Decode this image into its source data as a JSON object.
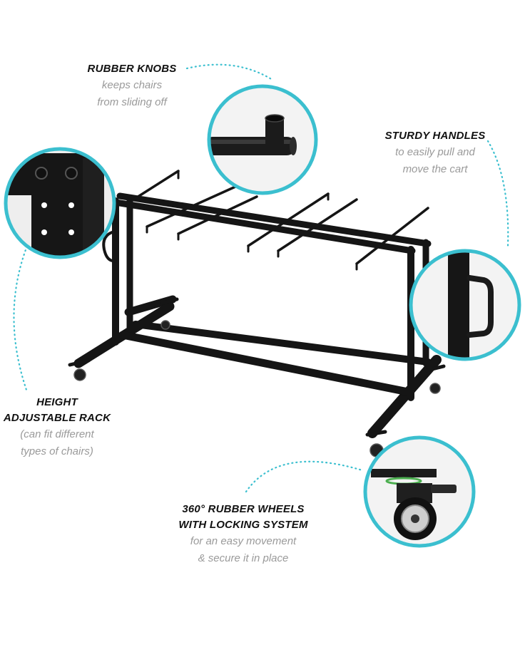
{
  "colors": {
    "accent": "#3bbfcf",
    "frame": "#151515",
    "title_text": "#111111",
    "desc_text": "#9a9a9a",
    "wheel_ring": "#4caf50"
  },
  "callouts": {
    "rubber_knobs": {
      "title": "RUBBER KNOBS",
      "desc_line1": "keeps chairs",
      "desc_line2": "from sliding off"
    },
    "sturdy_handles": {
      "title": "STURDY HANDLES",
      "desc_line1": "to easily pull and",
      "desc_line2": "move the cart"
    },
    "height_adjustable": {
      "title_line1": "HEIGHT",
      "title_line2": "ADJUSTABLE RACK",
      "desc_line1": "(can fit different",
      "desc_line2": "types of chairs)"
    },
    "wheels": {
      "title_line1": "360° RUBBER WHEELS",
      "title_line2": "WITH LOCKING SYSTEM",
      "desc_line1": "for an easy movement",
      "desc_line2": "& secure it in place"
    }
  }
}
